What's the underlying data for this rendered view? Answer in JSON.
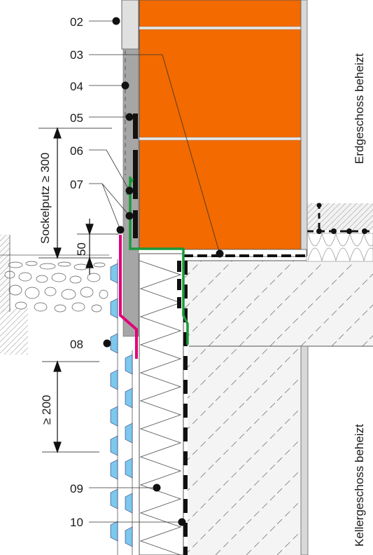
{
  "labels": {
    "c02": "02",
    "c03": "03",
    "c04": "04",
    "c05": "05",
    "c06": "06",
    "c07": "07",
    "c08": "08",
    "c09": "09",
    "c10": "10"
  },
  "dimensions": {
    "sockelputz": "Sockelputz ≥ 300",
    "d50": "50",
    "d200": "≥ 200"
  },
  "zones": {
    "upper": "Erdgeschoss beheizt",
    "lower": "Kellergeschoss beheizt"
  },
  "colors": {
    "brick": "#f26a00",
    "membrane_green": "#1a9a3a",
    "membrane_magenta": "#e0007a",
    "drainage_blue": "#7cc8ee",
    "plaster_gray": "#a6a6a6"
  }
}
